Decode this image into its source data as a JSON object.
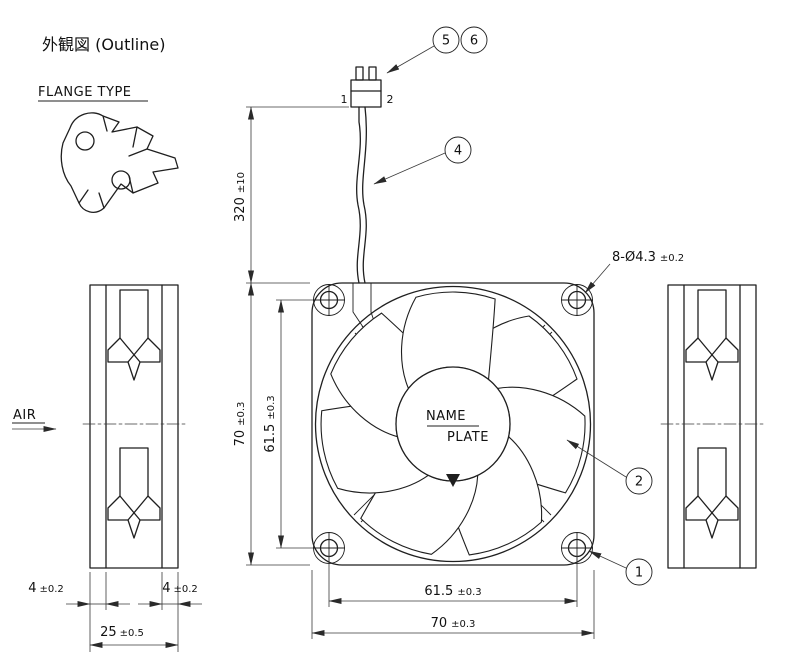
{
  "labels": {
    "title": "外観図 (Outline)",
    "flange_type": "FLANGE TYPE",
    "air": "AIR",
    "name_line1": "NAME",
    "name_line2": "PLATE"
  },
  "pins": {
    "pin1": "1",
    "pin2": "2"
  },
  "balloons": {
    "b1": "1",
    "b2": "2",
    "b4": "4",
    "b5": "5",
    "b6": "6"
  },
  "dims": {
    "cable_length": {
      "v": "320",
      "t": "±10"
    },
    "frame_height": {
      "v": "70",
      "t": "±0.3"
    },
    "hole_pitch_v": {
      "v": "61.5",
      "t": "±0.3"
    },
    "hole_spec": {
      "v": "8-Ø4.3",
      "t": "±0.2"
    },
    "hole_pitch_h": {
      "v": "61.5",
      "t": "±0.3"
    },
    "frame_width": {
      "v": "70",
      "t": "±0.3"
    },
    "flange_thk_left": {
      "v": "4",
      "t": "±0.2"
    },
    "flange_thk_right": {
      "v": "4",
      "t": "±0.2"
    },
    "depth": {
      "v": "25",
      "t": "±0.5"
    }
  },
  "colors": {
    "line": "#1f1f1f",
    "dim_line": "#3a3a3a",
    "background": "#ffffff"
  }
}
